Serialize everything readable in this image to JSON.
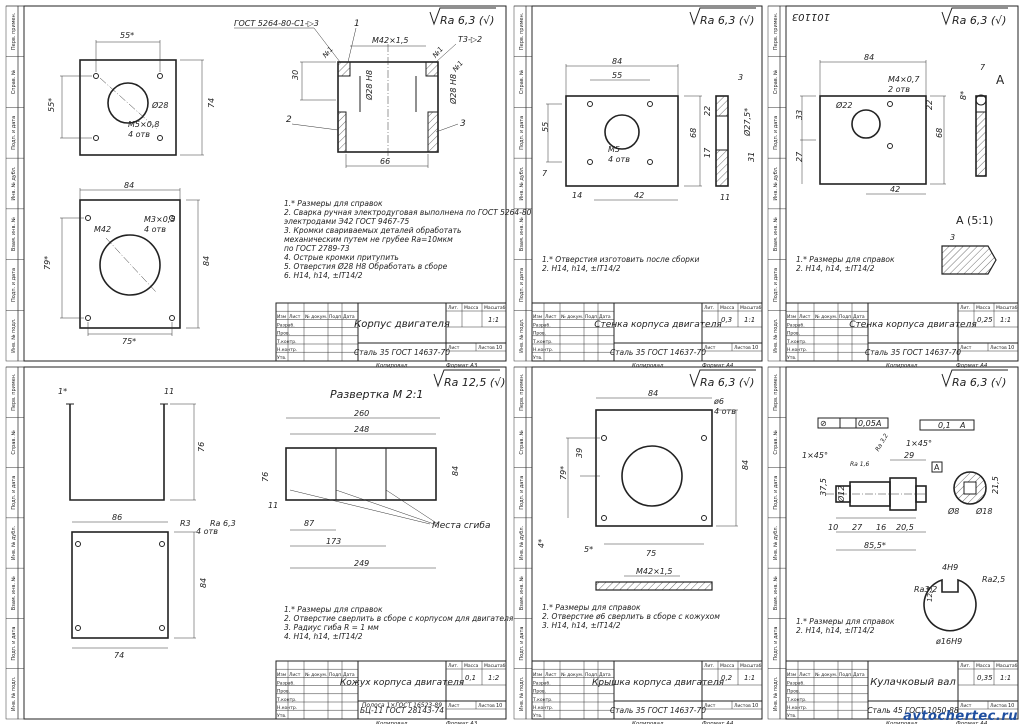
{
  "watermark": "avtochertec.ru",
  "side_stamps": [
    "Перв. примен.",
    "Справ. №",
    "Подп. и дата",
    "Инв. № дубл.",
    "Взам. инв. №",
    "Подп. и дата",
    "Инв. № подл."
  ],
  "common": {
    "tb_headers": [
      "Изм",
      "Лист",
      "№ докум.",
      "Подп.",
      "Дата"
    ],
    "tb_roles": [
      "Разраб.",
      "Пров.",
      "Т.контр.",
      "Н.контр.",
      "Утв."
    ],
    "lit_h": "Лит.",
    "mass_h": "Масса",
    "scale_h": "Масштаб",
    "sheet_label": "Лист",
    "sheets_label": "Листов",
    "copied": "Копировал",
    "format": "Формат A3",
    "format4": "Формат A4"
  },
  "sheets": [
    {
      "id": "housing",
      "roughness": "Ra 6,3 (√)",
      "title": "Корпус двигателя",
      "material": "Сталь 35 ГОСТ 14637-70",
      "sheets_count": "10",
      "scale": "1:1",
      "format": "Формат A3",
      "notes": [
        "1.* Размеры для справок",
        "2. Сварка ручная электродуговая выполнена по ГОСТ 5264-80",
        "    электродами Э42 ГОСТ 9467-75",
        "3. Кромки свариваемых деталей обработать",
        "    механическим путем не грубее Ra=10мкм",
        "    по ГОСТ 2789-73",
        "4. Острые кромки притупить",
        "5. Отверстия Ø28 Н8 Обработать в сборе",
        "6. Н14, h14, ±IT14/2"
      ],
      "dims": {
        "top_w": "55*",
        "top_h": "55*",
        "top_outer": "74",
        "hole": "Ø28",
        "screw": "М5×0,8",
        "screw_n": "4 отв",
        "bottom_w": "84",
        "bottom_h": "84",
        "bottom_hole": "М42",
        "bottom_screw": "М3×0,5",
        "bottom_screw_n": "4 отв",
        "bottom_pitch": "75*",
        "bottom_pitch_v": "79*",
        "sec_std": "ГОСТ 5264-80-С1-▷3",
        "sec_thread": "М42×1,5",
        "sec_h": "30",
        "sec_bore": "Ø28 Н8",
        "sec_bore2": "Ø28 Н8",
        "sec_w": "66",
        "sec_weld": "Т3-▷2",
        "sec_p1": "1",
        "sec_p2": "2",
        "sec_p3": "3",
        "sec_n1": "№1",
        "sec_n2": "№1",
        "sec_n3": "№1"
      }
    },
    {
      "id": "wall",
      "roughness": "Ra 6,3 (√)",
      "title": "Стенка корпуса двигателя",
      "material": "Сталь 35 ГОСТ 14637-70",
      "sheets_count": "10",
      "scale": "1:1",
      "format": "Формат A4",
      "mass": "0,3",
      "notes": [
        "1.* Отверстия изготовить после сборки",
        "2. Н14, h14, ±IT14/2"
      ],
      "dims": {
        "w": "84",
        "pitch": "55",
        "h": "68",
        "hv": "55",
        "hole": "Ø27,5*",
        "screw": "М5",
        "screw_n": "4 отв",
        "bot": "42",
        "left": "14",
        "side_h1": "22",
        "side_h2": "17",
        "side_w": "3",
        "side_b": "11",
        "side_h3": "31",
        "side_7": "7"
      }
    },
    {
      "id": "wall2",
      "roughness": "Ra 6,3 (√)",
      "title": "Стенка корпуса двигателя",
      "material": "Сталь 35 ГОСТ 14637-70",
      "sheets_count": "10",
      "scale": "1:1",
      "format": "Формат A4",
      "mass": "0,25",
      "code": "101103",
      "notes": [
        "1.* Размеры для справок",
        "2. Н14, h14, ±IT14/2"
      ],
      "dims": {
        "w": "84",
        "hole": "Ø22",
        "screw": "М4×0,7",
        "screw_n": "2 отв",
        "h": "68",
        "hv": "33",
        "h2": "27",
        "bot": "42",
        "side": "7",
        "side_8": "8*",
        "right": "22",
        "detail": "А",
        "detail_scale": "А (5:1)",
        "detail_3": "3"
      }
    },
    {
      "id": "casing",
      "roughness": "Ra 12,5 (√)",
      "title": "Кожух корпуса двигателя",
      "material": "БЦ-11 ГОСТ 28143-74",
      "material2": "Полоса 1×ГОСТ 16523-89",
      "sheets_count": "10",
      "scale": "1:2",
      "format": "Формат A3",
      "mass": "0,1",
      "notes": [
        "1.* Размеры для справок",
        "2. Отверстие сверлить в сборе с корпусом для двигателя",
        "3. Радиус гиба R = 1 мм",
        "4. Н14, h14, ±IT14/2"
      ],
      "dims": {
        "top_1": "1*",
        "top_11": "11",
        "top_76": "76",
        "plan_w": "86",
        "plan_r": "R3",
        "plan_n": "4 отв",
        "plan_ra": "Ra 6,3",
        "plan_h": "84",
        "plan_74": "74",
        "unfold": "Развертка M 2:1",
        "u_260": "260",
        "u_248": "248",
        "u_87": "87",
        "u_173": "173",
        "u_249": "249",
        "u_76": "76",
        "u_84": "84",
        "u_11": "11",
        "bend": "Места сгиба"
      }
    },
    {
      "id": "cover",
      "roughness": "Ra 6,3 (√)",
      "title": "Крышка корпуса двигателя",
      "material": "Сталь 35 ГОСТ 14637-70",
      "sheets_count": "10",
      "scale": "1:1",
      "format": "Формат A4",
      "mass": "0,2",
      "notes": [
        "1.* Размеры для справок",
        "2. Отверстие ø6 сверлить в сборе с кожухом",
        "3. Н14, h14, ±IT14/2"
      ],
      "dims": {
        "w": "84",
        "h": "84",
        "hole": "ø6",
        "hole_n": "4 отв",
        "h39": "39",
        "h79": "79*",
        "w75": "75",
        "d5": "5*",
        "d4": "4*",
        "thread": "М42×1,5"
      }
    },
    {
      "id": "shaft",
      "roughness": "Ra 6,3 (√)",
      "title": "Кулачковый вал",
      "material": "Сталь 45 ГОСТ 1050-88",
      "sheets_count": "10",
      "scale": "1:1",
      "format": "Формат A4",
      "mass": "0,35",
      "notes": [
        "1.* Размеры для справок",
        "2. Н14, h14, ±IT14/2"
      ],
      "dims": {
        "tol1": "0,05",
        "tol1_b": "А",
        "tol2": "0,1",
        "tol2_b": "А",
        "ch1": "1×45°",
        "ch2": "1×45°",
        "ra16": "Ra 1,6",
        "ra32": "Ra 3,2",
        "l29": "29",
        "l10": "10",
        "l27": "27",
        "l16": "16",
        "l205": "20,5",
        "l855": "85,5*",
        "d12": "Ø12",
        "d8": "Ø8",
        "d18": "Ø18",
        "d375": "37,5",
        "d215": "21,5",
        "sec_a": "А",
        "key": "4Н9",
        "key_d": "12,5",
        "ra25": "Ra2,5",
        "ra32b": "Ra3,2",
        "d16": "ø16Н9"
      }
    }
  ]
}
